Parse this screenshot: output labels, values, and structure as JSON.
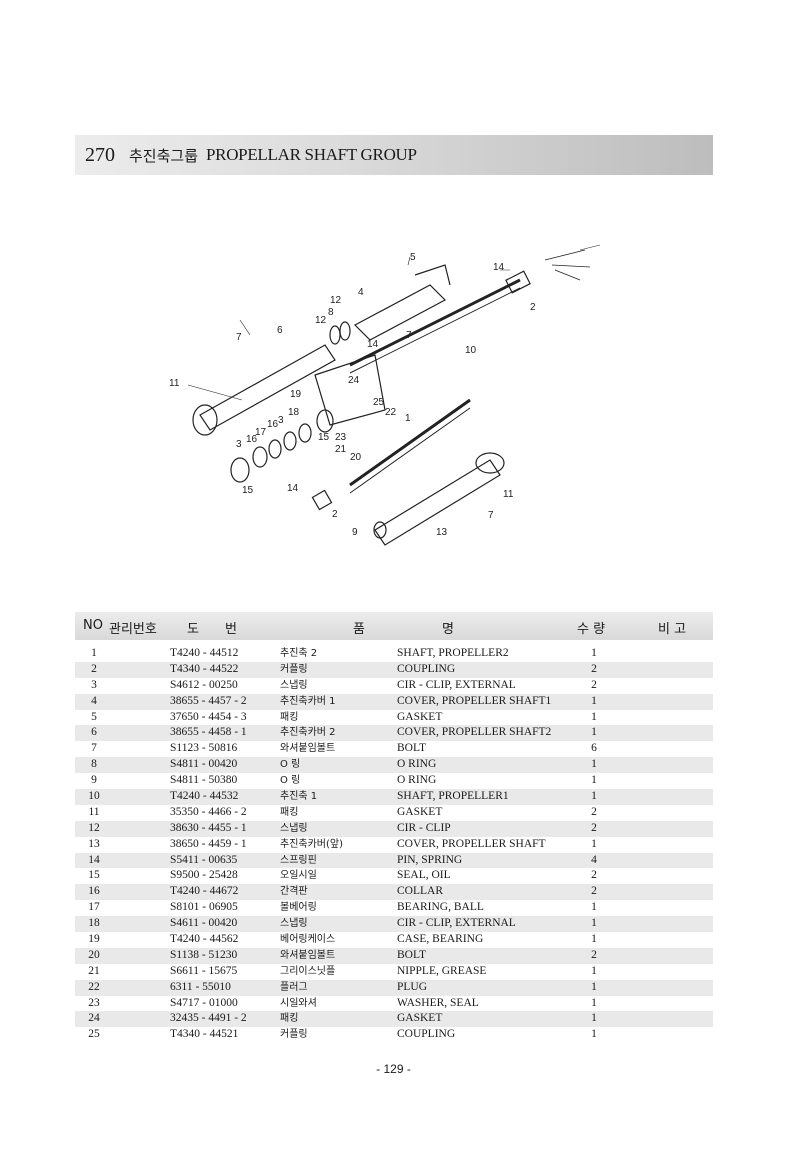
{
  "title": {
    "number": "270",
    "korean": "추진축그룹",
    "english": "PROPELLAR SHAFT GROUP"
  },
  "diagram": {
    "callouts": [
      "1",
      "2",
      "2",
      "3",
      "4",
      "5",
      "6",
      "7",
      "7",
      "8",
      "9",
      "10",
      "11",
      "11",
      "12",
      "12",
      "13",
      "14",
      "14",
      "14",
      "15",
      "15",
      "16",
      "16",
      "17",
      "18",
      "19",
      "20",
      "21",
      "22",
      "23",
      "24",
      "25"
    ]
  },
  "table": {
    "headers": {
      "no": "NO",
      "mgmt": "관리번호",
      "do": "도",
      "bun": "번",
      "pum": "품",
      "myeong": "명",
      "qty": "수 량",
      "remarks": "비 고"
    },
    "rows": [
      {
        "no": "1",
        "part": "T4240 - 44512",
        "ko": "추진축 2",
        "en": "SHAFT, PROPELLER2",
        "qty": "1"
      },
      {
        "no": "2",
        "part": "T4340 - 44522",
        "ko": "커플링",
        "en": "COUPLING",
        "qty": "2"
      },
      {
        "no": "3",
        "part": "S4612 - 00250",
        "ko": "스냅링",
        "en": "CIR - CLIP, EXTERNAL",
        "qty": "2"
      },
      {
        "no": "4",
        "part": "38655 - 4457 - 2",
        "ko": "추진축카버 1",
        "en": "COVER, PROPELLER SHAFT1",
        "qty": "1"
      },
      {
        "no": "5",
        "part": "37650 - 4454 - 3",
        "ko": "패킹",
        "en": "GASKET",
        "qty": "1"
      },
      {
        "no": "6",
        "part": "38655 - 4458 - 1",
        "ko": "추진축카버 2",
        "en": "COVER, PROPELLER SHAFT2",
        "qty": "1"
      },
      {
        "no": "7",
        "part": "S1123 - 50816",
        "ko": "와셔붙임볼트",
        "en": "BOLT",
        "qty": "6"
      },
      {
        "no": "8",
        "part": "S4811 - 00420",
        "ko": "O 링",
        "en": "O RING",
        "qty": "1"
      },
      {
        "no": "9",
        "part": "S4811 - 50380",
        "ko": "O 링",
        "en": "O RING",
        "qty": "1"
      },
      {
        "no": "10",
        "part": "T4240 - 44532",
        "ko": "추진축 1",
        "en": "SHAFT, PROPELLER1",
        "qty": "1"
      },
      {
        "no": "11",
        "part": "35350 - 4466 - 2",
        "ko": "패킹",
        "en": "GASKET",
        "qty": "2"
      },
      {
        "no": "12",
        "part": "38630 - 4455 - 1",
        "ko": "스냅링",
        "en": "CIR - CLIP",
        "qty": "2"
      },
      {
        "no": "13",
        "part": "38650 - 4459 - 1",
        "ko": "추진축카버(앞)",
        "en": "COVER, PROPELLER SHAFT",
        "qty": "1"
      },
      {
        "no": "14",
        "part": "S5411 - 00635",
        "ko": "스프링핀",
        "en": "PIN, SPRING",
        "qty": "4"
      },
      {
        "no": "15",
        "part": "S9500 - 25428",
        "ko": "오일시일",
        "en": "SEAL, OIL",
        "qty": "2"
      },
      {
        "no": "16",
        "part": "T4240 - 44672",
        "ko": "간격판",
        "en": "COLLAR",
        "qty": "2"
      },
      {
        "no": "17",
        "part": "S8101 - 06905",
        "ko": "볼베어링",
        "en": "BEARING, BALL",
        "qty": "1"
      },
      {
        "no": "18",
        "part": "S4611 - 00420",
        "ko": "스냅링",
        "en": "CIR - CLIP, EXTERNAL",
        "qty": "1"
      },
      {
        "no": "19",
        "part": "T4240 - 44562",
        "ko": "베어링케이스",
        "en": "CASE, BEARING",
        "qty": "1"
      },
      {
        "no": "20",
        "part": "S1138 - 51230",
        "ko": "와셔붙임볼트",
        "en": "BOLT",
        "qty": "2"
      },
      {
        "no": "21",
        "part": "S6611 - 15675",
        "ko": "그리이스닛플",
        "en": "NIPPLE, GREASE",
        "qty": "1"
      },
      {
        "no": "22",
        "part": "6311 - 55010",
        "ko": "플러그",
        "en": "PLUG",
        "qty": "1"
      },
      {
        "no": "23",
        "part": "S4717 - 01000",
        "ko": "시일와셔",
        "en": "WASHER, SEAL",
        "qty": "1"
      },
      {
        "no": "24",
        "part": "32435 - 4491 - 2",
        "ko": "패킹",
        "en": "GASKET",
        "qty": "1"
      },
      {
        "no": "25",
        "part": "T4340 - 44521",
        "ko": "커플링",
        "en": "COUPLING",
        "qty": "1"
      }
    ]
  },
  "page_number": "- 129 -"
}
